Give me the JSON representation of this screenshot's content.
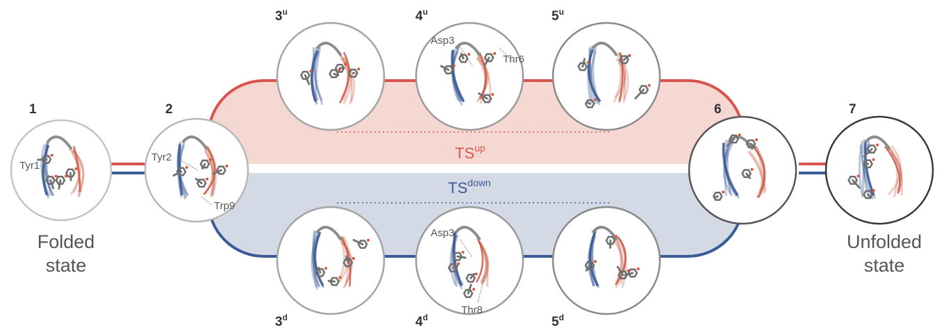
{
  "colors": {
    "up": "#d9534f",
    "up_fill": "#f6d8d2",
    "down": "#3b5b94",
    "down_fill": "#d3d9e5",
    "text": "#555555"
  },
  "states": [
    {
      "id": "s1",
      "num": "1",
      "sup": ""
    },
    {
      "id": "s2",
      "num": "2",
      "sup": ""
    },
    {
      "id": "s3u",
      "num": "3",
      "sup": "u"
    },
    {
      "id": "s4u",
      "num": "4",
      "sup": "u"
    },
    {
      "id": "s5u",
      "num": "5",
      "sup": "u"
    },
    {
      "id": "s6",
      "num": "6",
      "sup": ""
    },
    {
      "id": "s7",
      "num": "7",
      "sup": ""
    },
    {
      "id": "s3d",
      "num": "3",
      "sup": "d"
    },
    {
      "id": "s4d",
      "num": "4",
      "sup": "d"
    },
    {
      "id": "s5d",
      "num": "5",
      "sup": "d"
    }
  ],
  "folded": {
    "line1": "Folded",
    "line2": "state"
  },
  "unfolded": {
    "line1": "Unfolded",
    "line2": "state"
  },
  "ts_up": {
    "base": "TS",
    "sup": "up"
  },
  "ts_down": {
    "base": "TS",
    "sup": "down"
  },
  "residues": {
    "tyr1": "Tyr1",
    "tyr2": "Tyr2",
    "trp9": "Trp9",
    "asp3_up": "Asp3",
    "thr6": "Thr6",
    "asp3_down": "Asp3",
    "thr8": "Thr8"
  }
}
